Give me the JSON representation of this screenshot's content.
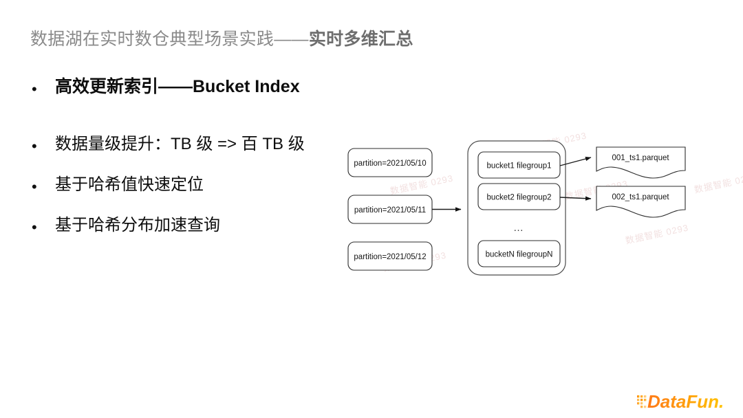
{
  "slide": {
    "title_normal": "数据湖在实时数仓典型场景实践——",
    "title_bold": "实时多维汇总",
    "background_color": "#ffffff",
    "title_color": "#8a8a8a",
    "title_bold_color": "#6e6e6e"
  },
  "bullets": {
    "marker": "•",
    "lead": {
      "text": "高效更新索引——Bucket Index"
    },
    "items": [
      {
        "text": "数据量级提升：TB 级 => 百 TB 级"
      },
      {
        "text": "基于哈希值快速定位"
      },
      {
        "text": "基于哈希分布加速查询"
      }
    ]
  },
  "diagram": {
    "partitions": [
      {
        "label": "partition=2021/05/10"
      },
      {
        "label": "partition=2021/05/11"
      },
      {
        "label": "partition=2021/05/12"
      }
    ],
    "buckets": {
      "items": [
        {
          "label": "bucket1 filegroup1"
        },
        {
          "label": "bucket2 filegroup2"
        }
      ],
      "ellipsis": "…",
      "last": {
        "label": "bucketN filegroupN"
      }
    },
    "files": [
      {
        "label": "001_ts1.parquet"
      },
      {
        "label": "002_ts1.parquet"
      }
    ],
    "shape_stroke": "#2b2b2b",
    "arrow_color": "#121212"
  },
  "watermarks": {
    "text": "数据智能 0293"
  },
  "logo": {
    "text": "DataFun.",
    "color_start": "#ff7a18",
    "color_end": "#ffc400"
  }
}
